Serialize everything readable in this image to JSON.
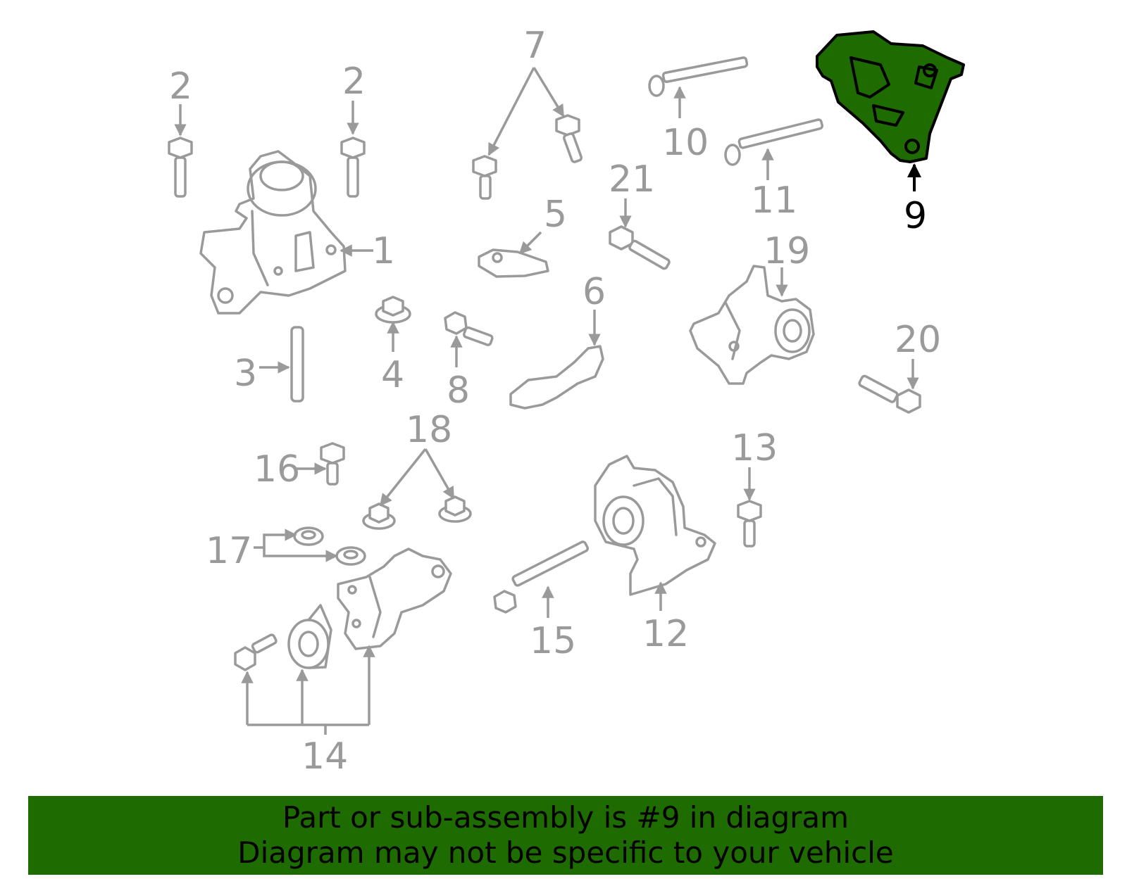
{
  "colors": {
    "part_stroke": "#9a9a9a",
    "highlight_fill": "#1e6b00",
    "highlight_stroke": "#000000",
    "banner_bg": "#1e6b00",
    "banner_text": "#000000"
  },
  "highlighted_part": "9",
  "callouts": {
    "c1": "1",
    "c2a": "2",
    "c2b": "2",
    "c3": "3",
    "c4": "4",
    "c5": "5",
    "c6": "6",
    "c7": "7",
    "c8": "8",
    "c9": "9",
    "c10": "10",
    "c11": "11",
    "c12": "12",
    "c13": "13",
    "c14": "14",
    "c15": "15",
    "c16": "16",
    "c17": "17",
    "c18": "18",
    "c19": "19",
    "c20": "20",
    "c21": "21"
  },
  "banner": {
    "line1": "Part or sub-assembly is #9 in diagram",
    "line2": "Diagram may not be specific to your vehicle"
  }
}
